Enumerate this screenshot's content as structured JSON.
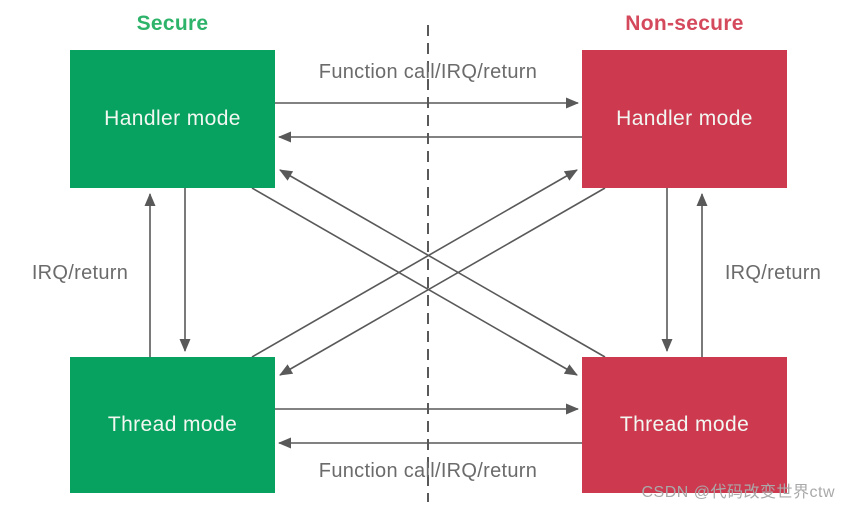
{
  "diagram": {
    "title_secure": "Secure",
    "title_nonsecure": "Non-secure",
    "boxes": {
      "secure_handler": "Handler mode",
      "secure_thread": "Thread mode",
      "nonsecure_handler": "Handler mode",
      "nonsecure_thread": "Thread mode"
    },
    "labels": {
      "top": "Function call/IRQ/return",
      "bottom": "Function call/IRQ/return",
      "left": "IRQ/return",
      "right": "IRQ/return"
    },
    "colors": {
      "secure_box": "#07a25f",
      "nonsecure_box": "#cd3a50",
      "secure_title": "#2eb36b",
      "nonsecure_title": "#d4495c",
      "arrow": "#595959",
      "edge_label": "#6b6b6b",
      "box_text": "#f2f7f2",
      "watermark": "#a9a9a9"
    }
  },
  "watermark": "CSDN @代码改变世界ctw"
}
